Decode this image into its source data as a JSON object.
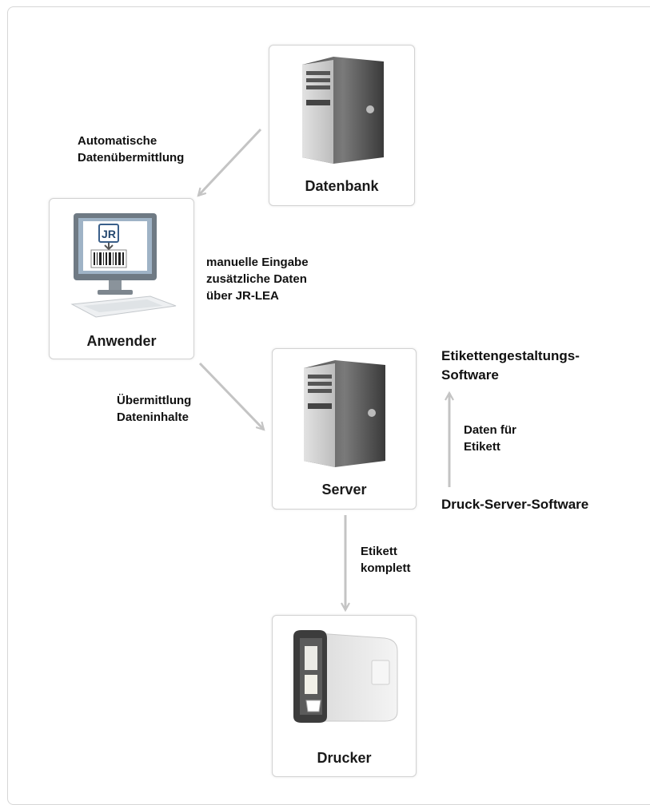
{
  "nodes": {
    "database": "Datenbank",
    "user": "Anwender",
    "server": "Server",
    "printer": "Drucker"
  },
  "labels": {
    "auto_transfer": [
      "Automatische",
      "Datenübermittlung"
    ],
    "manual_input": [
      "manuelle Eingabe",
      "zusätzliche Daten",
      "über JR-LEA"
    ],
    "content_transfer": [
      "Übermittlung",
      "Dateninhalte"
    ],
    "label_design": [
      "Etikettengestaltungs-",
      "Software"
    ],
    "data_for_label": [
      "Daten für",
      "Etikett"
    ],
    "print_server": "Druck-Server-Software",
    "label_complete": [
      "Etikett",
      "komplett"
    ]
  },
  "logo_text": "JR",
  "colors": {
    "arrow": "#c4c4c4",
    "border": "#d2d2d2"
  }
}
